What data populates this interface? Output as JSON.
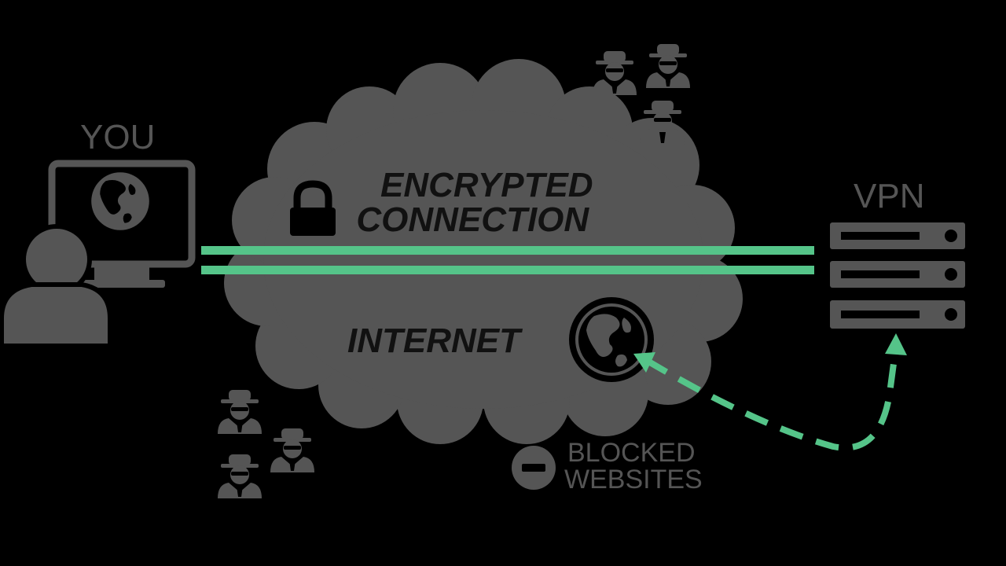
{
  "labels": {
    "you": "YOU",
    "vpn": "VPN",
    "encrypted_line1": "ENCRYPTED",
    "encrypted_line2": "CONNECTION",
    "internet": "INTERNET",
    "blocked_line1": "BLOCKED",
    "blocked_line2": "WEBSITES"
  },
  "colors": {
    "background": "#000000",
    "icon_gray": "#555555",
    "cloud_gray": "#555555",
    "accent_green": "#55c489",
    "text_dark": "#111111"
  },
  "icons": [
    "user-icon",
    "monitor-icon",
    "globe-icon",
    "lock-icon",
    "server-icon",
    "spy-icon",
    "blocked-icon"
  ]
}
